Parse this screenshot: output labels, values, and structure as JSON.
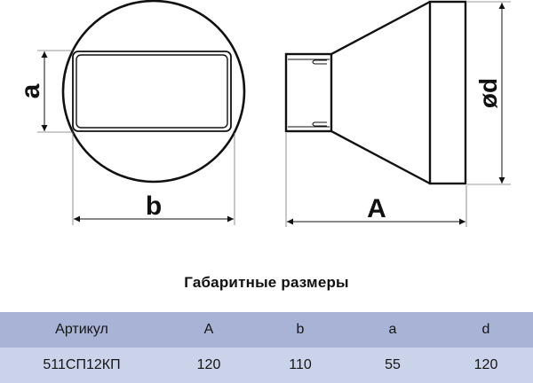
{
  "drawing": {
    "front_view": {
      "labels": {
        "height": "a",
        "width": "b"
      }
    },
    "side_view": {
      "labels": {
        "length": "A",
        "diameter": "ød"
      }
    },
    "colors": {
      "stroke": "#111111",
      "dimension_line": "#555555"
    }
  },
  "title": "Габаритные размеры",
  "table": {
    "colors": {
      "header_bg": "#a8b3d6",
      "row_bg": "#cbd3ea"
    },
    "columns": [
      "Артикул",
      "A",
      "b",
      "a",
      "d"
    ],
    "rows": [
      [
        "511СП12КП",
        "120",
        "110",
        "55",
        "120"
      ]
    ]
  }
}
